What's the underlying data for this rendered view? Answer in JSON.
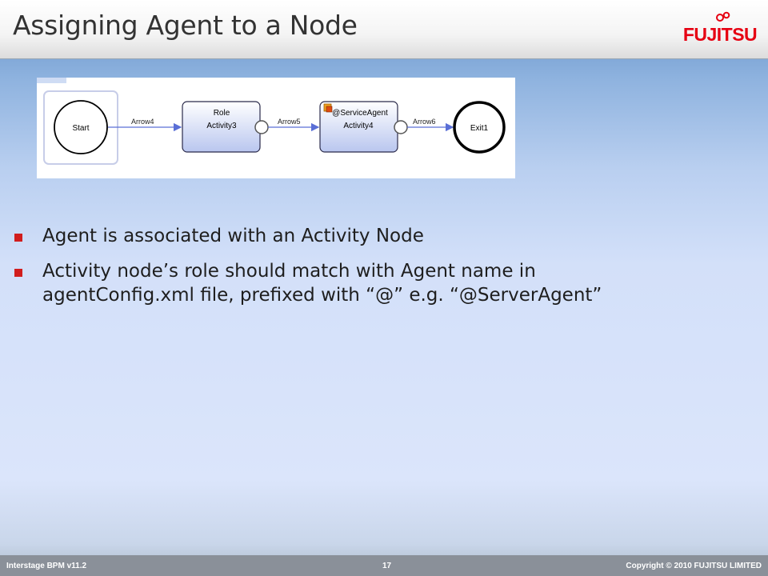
{
  "slide": {
    "title": "Assigning Agent to a Node",
    "logo_text": "FUJITSU"
  },
  "diagram": {
    "start_label": "Start",
    "role_line1": "Role",
    "activity3_label": "Activity3",
    "service_agent_label": "@ServiceAgent",
    "activity4_label": "Activity4",
    "exit_label": "Exit1",
    "arrow4_label": "Arrow4",
    "arrow5_label": "Arrow5",
    "arrow6_label": "Arrow6"
  },
  "bullets": [
    {
      "text": "Agent is associated with an Activity Node"
    },
    {
      "line1": "Activity node’s role should match with Agent name in",
      "line2": "agentConfig.xml file, prefixed with “@” e.g. “@ServerAgent”"
    }
  ],
  "footer": {
    "left": "Interstage BPM v11.2",
    "page": "17",
    "right": "Copyright © 2010 FUJITSU LIMITED"
  },
  "colors": {
    "accent_red": "#d11d1d",
    "logo_red": "#e60012"
  }
}
